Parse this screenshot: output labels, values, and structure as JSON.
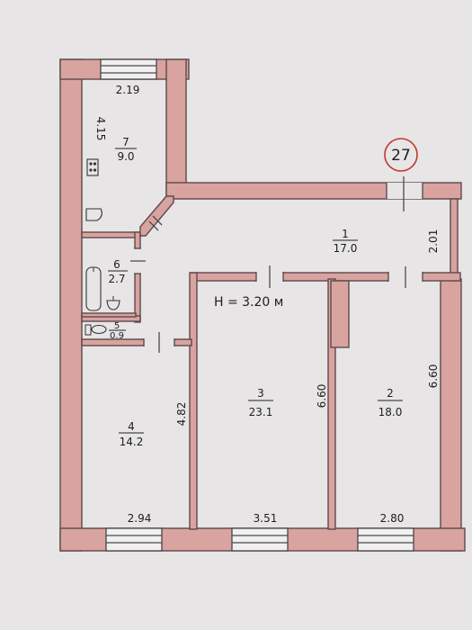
{
  "plan": {
    "apartment_number": "27",
    "ceiling_height": "H = 3.20 м",
    "rooms": [
      {
        "number": "7",
        "area": "9.0"
      },
      {
        "number": "1",
        "area": "17.0"
      },
      {
        "number": "6",
        "area": "2.7"
      },
      {
        "number": "5",
        "area": "0.9"
      },
      {
        "number": "4",
        "area": "14.2"
      },
      {
        "number": "3",
        "area": "23.1"
      },
      {
        "number": "2",
        "area": "18.0"
      }
    ],
    "dimensions": {
      "room7_width": "2.19",
      "room7_length": "4.15",
      "room1_depth": "2.01",
      "room4_length": "4.82",
      "room3_length": "6.60",
      "room2_length": "6.60",
      "room4_width": "2.94",
      "room3_width": "3.51",
      "room2_width": "2.80"
    },
    "colors": {
      "wall_fill": "#d9a3a0",
      "paper": "#e7e5e6",
      "badge": "#c0392b"
    }
  }
}
